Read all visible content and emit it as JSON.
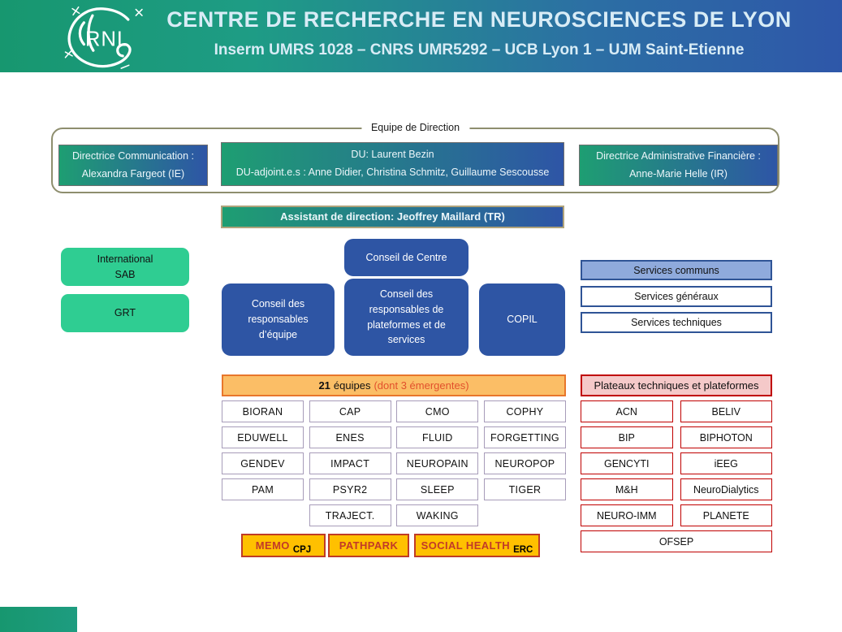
{
  "header": {
    "logo_text": "RNL",
    "title": "CENTRE DE RECHERCHE EN NEUROSCIENCES DE LYON",
    "subtitle": "Inserm UMRS 1028 – CNRS UMR5292 – UCB Lyon 1 – UJM Saint-Etienne"
  },
  "direction": {
    "legend": "Equipe de Direction",
    "communication": {
      "line1": "Directrice Communication :",
      "line2": "Alexandra Fargeot (IE)"
    },
    "du": {
      "line1": "DU: Laurent Bezin",
      "line2": "DU-adjoint.e.s : Anne Didier, Christina Schmitz, Guillaume Sescousse"
    },
    "finance": {
      "line1": "Directrice Administrative Financière :",
      "line2": "Anne-Marie Helle (IR)"
    },
    "assistant": "Assistant de direction: Jeoffrey Maillard (TR)"
  },
  "left_boxes": {
    "international": {
      "line1": "International",
      "line2": "SAB"
    },
    "grt": "GRT"
  },
  "councils": {
    "center": "Conseil de Centre",
    "teams": "Conseil des responsables d’équipe",
    "platforms": "Conseil des responsables de plateformes et de services",
    "copil": "COPIL"
  },
  "services": {
    "header": "Services communs",
    "items": [
      "Services généraux",
      "Services techniques"
    ]
  },
  "teams": {
    "header_bold": "21",
    "header_rest": "équipes",
    "header_highlight": "(dont 3 émergentes)",
    "cells": [
      "BIORAN",
      "CAP",
      "CMO",
      "COPHY",
      "EDUWELL",
      "ENES",
      "FLUID",
      "FORGETTING",
      "GENDEV",
      "IMPACT",
      "NEUROPAIN",
      "NEUROPOP",
      "PAM",
      "PSYR2",
      "SLEEP",
      "TIGER",
      "TRAJECT.",
      "WAKING"
    ],
    "special": [
      {
        "name": "MEMO",
        "tag": "CPJ"
      },
      {
        "name": "PATHPARK",
        "tag": ""
      },
      {
        "name": "SOCIAL HEALTH",
        "tag": "ERC"
      }
    ]
  },
  "platforms": {
    "header": "Plateaux techniques et plateformes",
    "cells": [
      "ACN",
      "BELIV",
      "BIP",
      "BIPHOTON",
      "GENCYTI",
      "iEEG",
      "M&H",
      "NeuroDialytics",
      "NEURO-IMM",
      "PLANETE"
    ],
    "wide": "OFSEP"
  },
  "colors": {
    "banner_green": "#17976F",
    "banner_blue": "#2E57A9",
    "emerald": "#2FCD92",
    "council_blue": "#2E55A4",
    "services_fill": "#8FAADC",
    "services_border": "#2F5496",
    "teams_header_fill": "#FBBE66",
    "teams_header_border": "#E8762B",
    "teams_accent_text": "#E2502C",
    "team_cell_border": "#A79CB9",
    "special_fill": "#FFC000",
    "special_border": "#BF3B26",
    "special_text": "#C23A28",
    "platforms_fill": "#F5C9C9",
    "platforms_red": "#C00000"
  }
}
